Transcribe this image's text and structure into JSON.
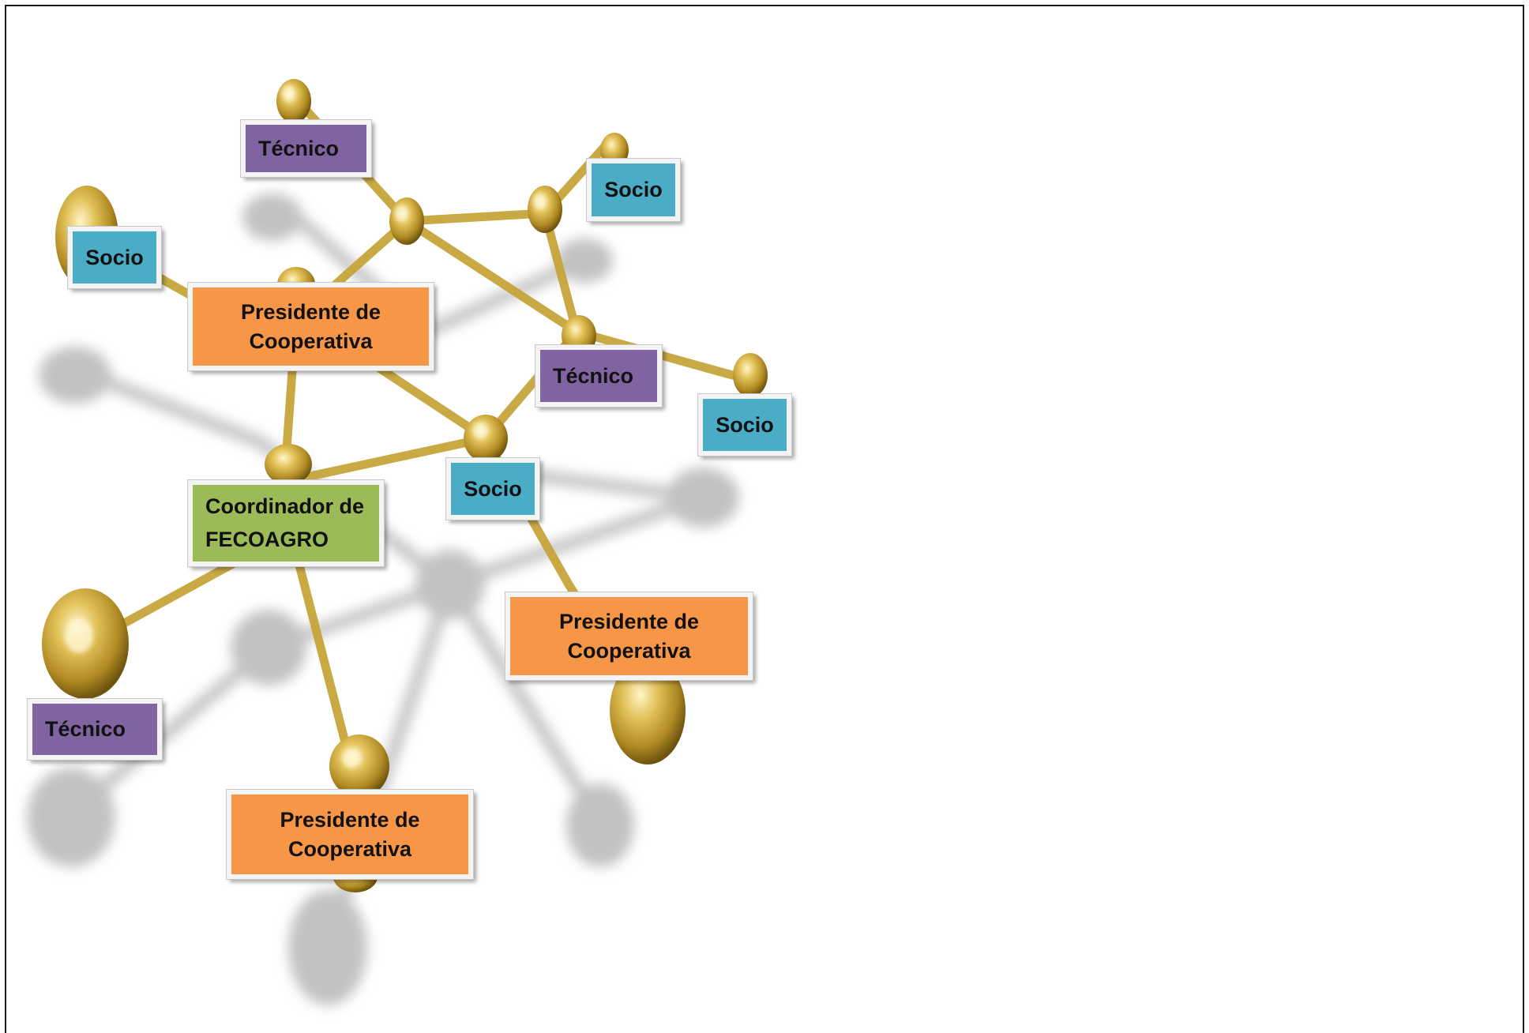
{
  "diagram": {
    "nodes": [
      {
        "role": "tecnico",
        "label": "Técnico"
      },
      {
        "role": "socio",
        "label": "Socio"
      },
      {
        "role": "socio",
        "label": "Socio"
      },
      {
        "role": "presidente",
        "label": "Presidente de\nCooperativa"
      },
      {
        "role": "tecnico",
        "label": "Técnico"
      },
      {
        "role": "socio",
        "label": "Socio"
      },
      {
        "role": "socio",
        "label": "Socio"
      },
      {
        "role": "coordinador",
        "label": "Coordinador de\nFECOAGRO"
      },
      {
        "role": "presidente",
        "label": "Presidente de\nCooperativa"
      },
      {
        "role": "tecnico",
        "label": "Técnico"
      },
      {
        "role": "presidente",
        "label": "Presidente de\nCooperativa"
      }
    ],
    "colors": {
      "tecnico": "#8064a2",
      "socio": "#4bacc6",
      "presidente": "#f79646",
      "coordinador": "#9bbb59",
      "sphere_gold": "#c9a227"
    }
  }
}
